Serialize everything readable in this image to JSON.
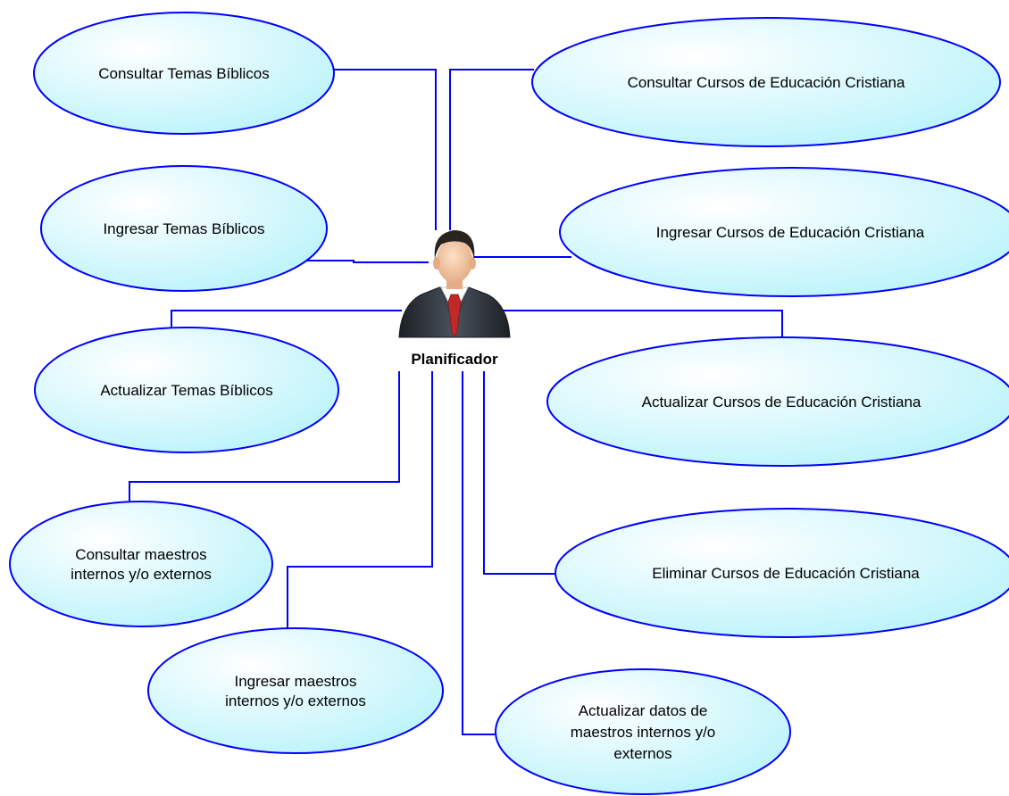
{
  "actor": {
    "label": "Planificador",
    "icon": "businessman-icon"
  },
  "colors": {
    "ellipse_fill_light": "#ffffff",
    "ellipse_fill_dark": "#b8f3fb",
    "ellipse_stroke": "#0000ff",
    "connector": "#0000ff",
    "suit": "#2b3036",
    "tie": "#c0282a",
    "skin": "#f1c19e",
    "hair": "#2a2420"
  },
  "use_cases": [
    {
      "id": "uc-consultar-temas",
      "lines": [
        "Consultar Temas Bíblicos"
      ]
    },
    {
      "id": "uc-ingresar-temas",
      "lines": [
        "Ingresar Temas Bíblicos"
      ]
    },
    {
      "id": "uc-actualizar-temas",
      "lines": [
        "Actualizar Temas Bíblicos"
      ]
    },
    {
      "id": "uc-consultar-maestros",
      "lines": [
        "Consultar maestros",
        "internos y/o externos"
      ]
    },
    {
      "id": "uc-ingresar-maestros",
      "lines": [
        "Ingresar maestros",
        "internos y/o externos"
      ]
    },
    {
      "id": "uc-actualizar-maestros",
      "lines": [
        "Actualizar datos de",
        "maestros internos y/o",
        "externos"
      ]
    },
    {
      "id": "uc-eliminar-cursos",
      "lines": [
        "Eliminar Cursos de Educación Cristiana"
      ]
    },
    {
      "id": "uc-actualizar-cursos",
      "lines": [
        "Actualizar Cursos de Educación Cristiana"
      ]
    },
    {
      "id": "uc-ingresar-cursos",
      "lines": [
        "Ingresar Cursos de Educación Cristiana"
      ]
    },
    {
      "id": "uc-consultar-cursos",
      "lines": [
        "Consultar Cursos de Educación Cristiana"
      ]
    }
  ]
}
